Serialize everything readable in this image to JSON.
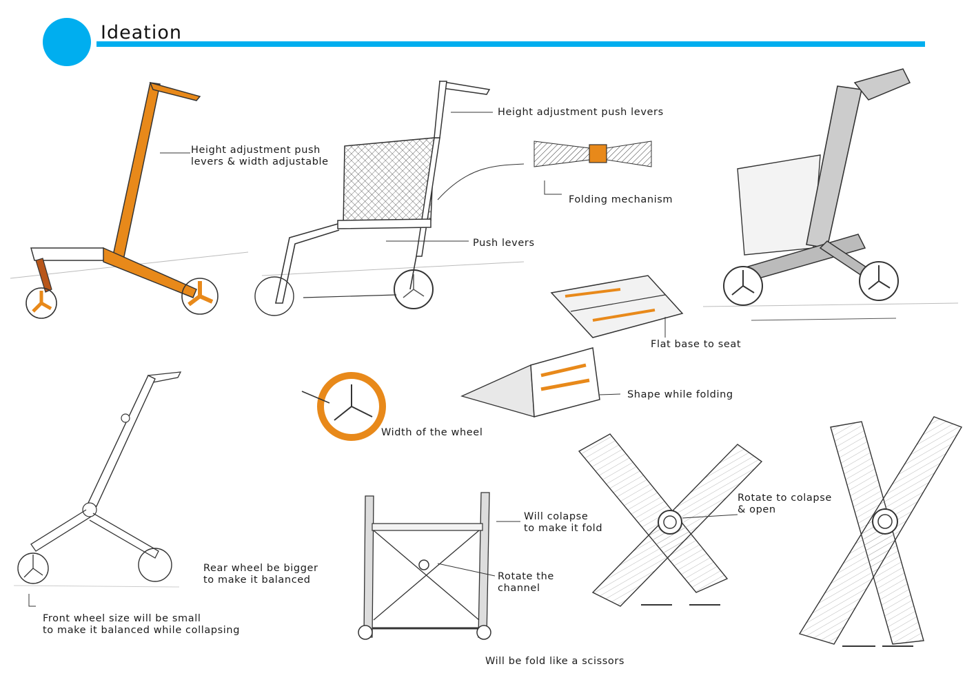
{
  "header": {
    "title": "Ideation",
    "accent_color": "#00aeef"
  },
  "colors": {
    "ink": "#2a2a2a",
    "marker_orange": "#e8891a",
    "marker_dark_orange": "#b8561a",
    "shade_grey": "#cfcfcf"
  },
  "annotations": {
    "height_width": "Height adjustment push\nlevers & width adjustable",
    "height_levers": "Height adjustment push levers",
    "folding_mechanism": "Folding mechanism",
    "push_levers": "Push levers",
    "flat_base": "Flat base to seat",
    "shape_folding": "Shape while folding",
    "wheel_width": "Width of the wheel",
    "rotate_collapse": "Rotate to colapse\n& open",
    "will_collapse": "Will colapse\nto make it fold",
    "rotate_channel": "Rotate the\nchannel",
    "rear_wheel": "Rear wheel be bigger\nto make it balanced",
    "front_wheel": "Front wheel size will be small\nto make it balanced while collapsing",
    "scissors": "Will be fold like a scissors"
  }
}
